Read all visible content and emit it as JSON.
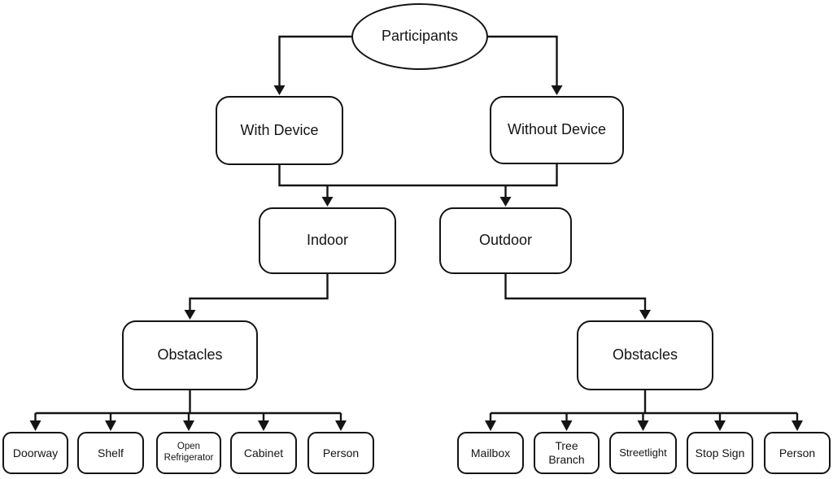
{
  "figure": {
    "type": "tree-flowchart",
    "colors": {
      "stroke": "#141414",
      "node_fill": "#ffffff",
      "background": "#ffffff"
    },
    "root": {
      "label": "Participants",
      "shape": "ellipse"
    },
    "level_device": {
      "with_device": "With Device",
      "without_device": "Without Device"
    },
    "level_environment": {
      "indoor": "Indoor",
      "outdoor": "Outdoor"
    },
    "level_obstacles": {
      "indoor": "Obstacles",
      "outdoor": "Obstacles"
    },
    "indoor_obstacle_items": [
      "Doorway",
      "Shelf",
      "Open\nRefrigerator",
      "Cabinet",
      "Person"
    ],
    "outdoor_obstacle_items": [
      "Mailbox",
      "Tree\nBranch",
      "Streetlight",
      "Stop Sign",
      "Person"
    ],
    "edges": [
      {
        "from": "Participants",
        "to": [
          "With Device",
          "Without Device"
        ]
      },
      {
        "from": "With Device + Without Device (shared bus)",
        "to": [
          "Indoor",
          "Outdoor"
        ]
      },
      {
        "from": "Indoor",
        "to": [
          "Obstacles"
        ]
      },
      {
        "from": "Outdoor",
        "to": [
          "Obstacles"
        ]
      },
      {
        "from": "Obstacles (Indoor)",
        "to": [
          "Doorway",
          "Shelf",
          "Open Refrigerator",
          "Cabinet",
          "Person"
        ]
      },
      {
        "from": "Obstacles (Outdoor)",
        "to": [
          "Mailbox",
          "Tree Branch",
          "Streetlight",
          "Stop Sign",
          "Person"
        ]
      }
    ]
  }
}
